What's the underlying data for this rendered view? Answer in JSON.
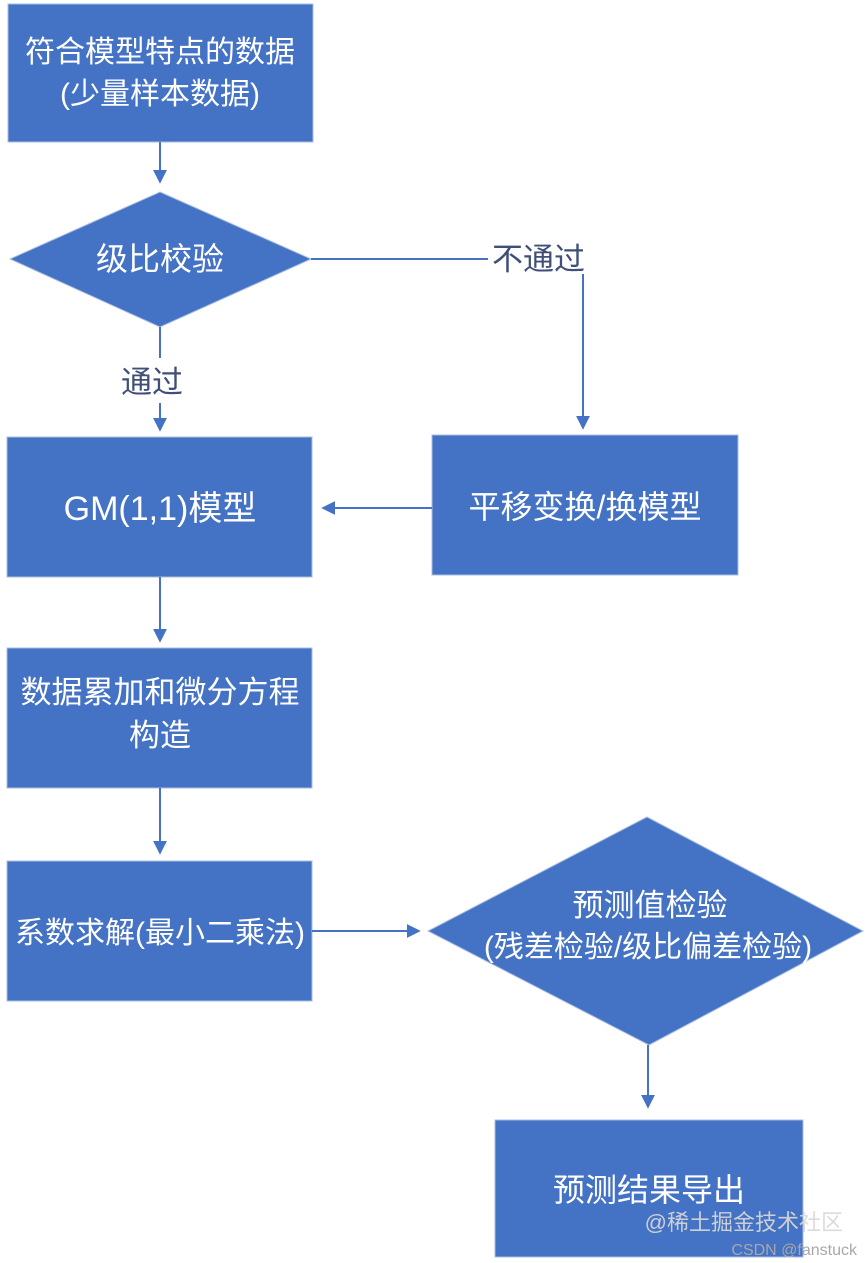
{
  "diagram": {
    "nodes": {
      "source_data": {
        "line1": "符合模型特点的数据",
        "line2": "(少量样本数据)"
      },
      "ratio_check": {
        "label": "级比校验"
      },
      "gm_model": {
        "label": "GM(1,1)模型"
      },
      "transform": {
        "label": "平移变换/换模型"
      },
      "accumulate": {
        "line1": "数据累加和微分方程",
        "line2": "构造"
      },
      "coefficient": {
        "label": "系数求解(最小二乘法)"
      },
      "prediction_check": {
        "line1": "预测值检验",
        "line2": "(残差检验/级比偏差检验)"
      },
      "export_result": {
        "label": "预测结果导出"
      }
    },
    "edge_labels": {
      "fail": "不通过",
      "pass": "通过"
    },
    "watermark": {
      "line1": "@稀土掘金技术社区",
      "line2": "CSDN @fanstuck"
    },
    "colors": {
      "node_fill": "#4472C4",
      "node_text": "#ffffff",
      "connector": "#4472C4",
      "edge_label": "#3f4f78",
      "watermark_primary": "#d9d9d9",
      "watermark_secondary": "#a8a8a8",
      "background": "#ffffff"
    }
  }
}
